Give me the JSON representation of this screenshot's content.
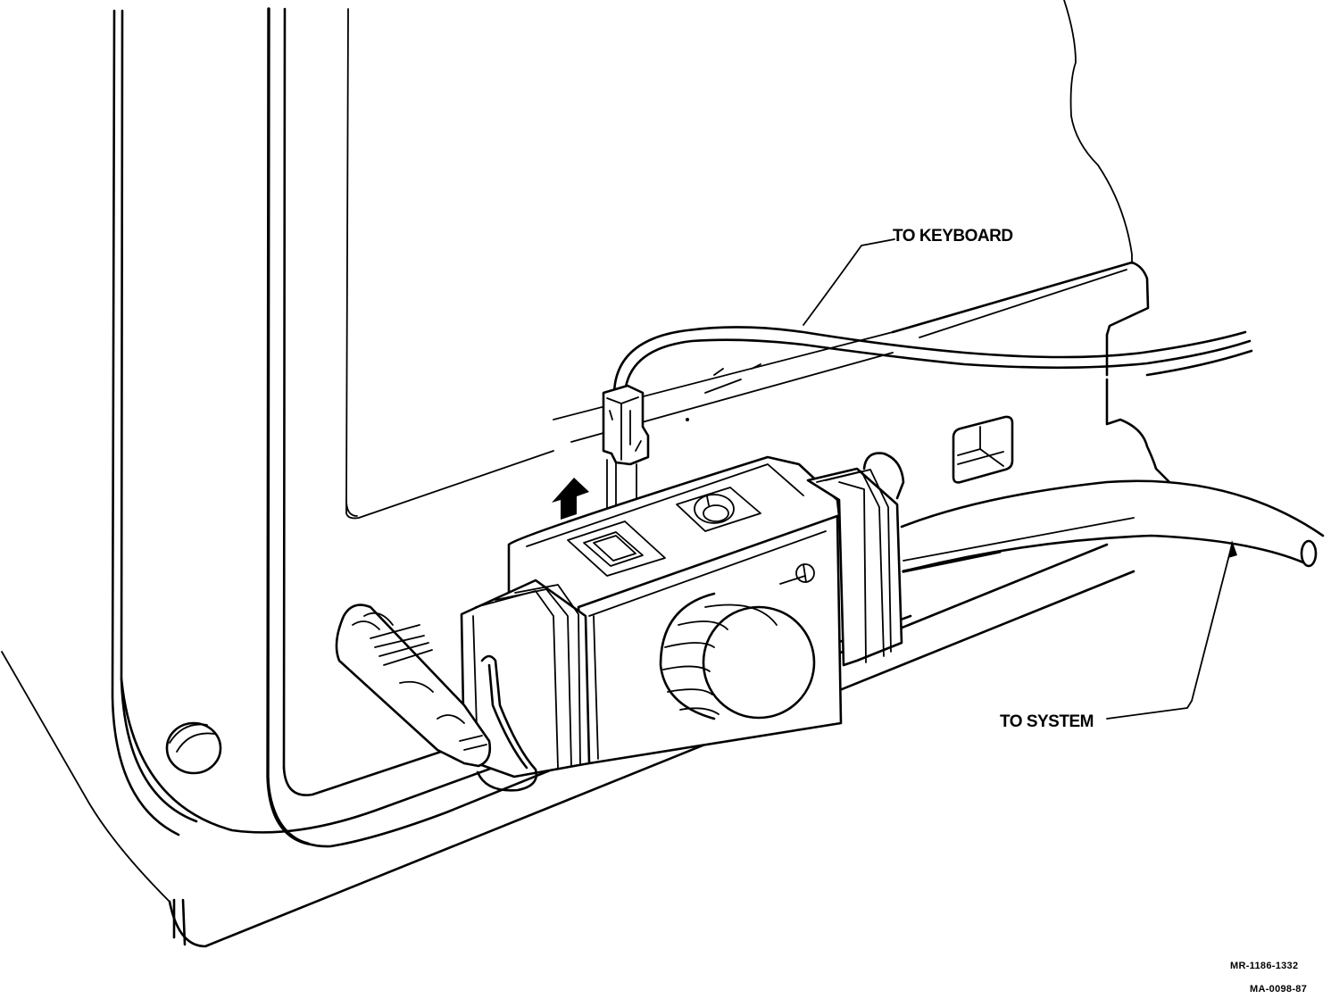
{
  "figure": {
    "subject": "Video monitor rear panel with keyboard/system cable connector assembly",
    "colors": {
      "ink": "#000000",
      "paper": "#ffffff"
    }
  },
  "callouts": {
    "keyboard": "TO KEYBOARD",
    "system": "TO SYSTEM"
  },
  "reference_numbers": {
    "primary": "MR-1186-1332",
    "secondary": "MA-0098-87"
  },
  "icons": {
    "insertion_arrow": "up-arrow-icon"
  }
}
